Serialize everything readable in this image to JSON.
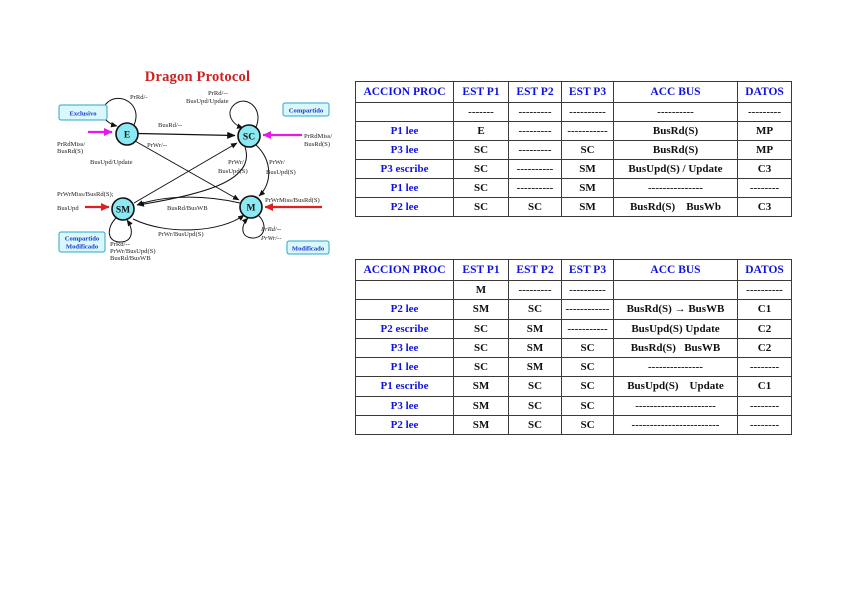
{
  "diagram": {
    "title": "Dragon Protocol",
    "states": {
      "e": "E",
      "sc": "SC",
      "sm": "SM",
      "m": "M"
    },
    "boxes": {
      "exclusivo": "Exclusivo",
      "compartido": "Compartido",
      "compartido_modificado_1": "Compartido",
      "compartido_modificado_2": "Modificado",
      "modificado": "Modificado"
    },
    "colors": {
      "node_fill": "#8ae9f2",
      "entry_magenta": "#e819e8",
      "entry_red": "#e02020",
      "title_red": "#cc2222",
      "box_border": "#2aa7c9",
      "box_fill": "#d9f7fc"
    },
    "labels": {
      "e_self": "PrRd/-",
      "sc_self_1": "PrRd/--",
      "sc_self_2": "BusUpd/Update",
      "e_sc": "BusRd/--",
      "e_m": "PrWr/--",
      "sm_sc": "BusUpd/Update",
      "sc_sm_1": "PrWr/",
      "sc_sm_2": "BusUpd(S)",
      "sc_m_1": "PrWr/",
      "sc_m_2": "BusUpd(S)",
      "m_sm": "BusRd/BusWB",
      "sm_m": "PrWr/BusUpd(S)",
      "m_self_1": "PrRd/--",
      "m_self_2": "PrWr/--",
      "sm_self_1": "PrRd/--",
      "sm_self_2": "PrWr/BusUpd(S)",
      "sm_self_3": "BusRd/BusWB",
      "e_entry_1": "PrRdMiss/",
      "e_entry_2": "BusRd(S)",
      "sc_entry_1": "PrRdMiss/",
      "sc_entry_2": "BusRd(S)",
      "sm_entry_1": "PrWrMiss/BusRd(S);",
      "sm_entry_2": "BusUpd",
      "m_entry": "PrWrMiss/BusRd(S)"
    }
  },
  "table1": {
    "headers": [
      "ACCION PROC",
      "EST P1",
      "EST P2",
      "EST P3",
      "ACC BUS",
      "DATOS"
    ],
    "rows": [
      {
        "action": "",
        "p1": "-------",
        "p2": "---------",
        "p3": "----------",
        "bus": "----------",
        "datos": "---------"
      },
      {
        "action": "P1 lee",
        "p1": "E",
        "p2": "---------",
        "p3": "-----------",
        "bus": "BusRd(S)",
        "datos": "MP"
      },
      {
        "action": "P3 lee",
        "p1": "SC",
        "p2": "---------",
        "p3": "SC",
        "bus": "BusRd(S)",
        "datos": "MP"
      },
      {
        "action": "P3 escribe",
        "p1": "SC",
        "p2": "----------",
        "p3": "SM",
        "bus": "BusUpd(S) / Update",
        "datos": "C3"
      },
      {
        "action": "P1 lee",
        "p1": "SC",
        "p2": "----------",
        "p3": "SM",
        "bus": "---------------",
        "datos": "--------"
      },
      {
        "action": "P2 lee",
        "p1": "SC",
        "p2": "SC",
        "p3": "SM",
        "bus": "BusRd(S)    BusWb",
        "datos": "C3"
      }
    ]
  },
  "table2": {
    "headers": [
      "ACCION PROC",
      "EST P1",
      "EST P2",
      "EST P3",
      "ACC BUS",
      "DATOS"
    ],
    "rows": [
      {
        "action": "",
        "p1": "M",
        "p2": "---------",
        "p3": "----------",
        "bus": "",
        "datos": "----------"
      },
      {
        "action": "P2 lee",
        "p1": "SM",
        "p2": "SC",
        "p3": "------------",
        "bus": "BusRd(S) → BusWB",
        "datos": "C1"
      },
      {
        "action": "P2 escribe",
        "p1": "SC",
        "p2": "SM",
        "p3": "-----------",
        "bus": "BusUpd(S) Update",
        "datos": "C2"
      },
      {
        "action": "P3 lee",
        "p1": "SC",
        "p2": "SM",
        "p3": "SC",
        "bus": "BusRd(S)   BusWB",
        "datos": "C2"
      },
      {
        "action": "P1 lee",
        "p1": "SC",
        "p2": "SM",
        "p3": "SC",
        "bus": "---------------",
        "datos": "--------"
      },
      {
        "action": "P1 escribe",
        "p1": "SM",
        "p2": "SC",
        "p3": "SC",
        "bus": "BusUpd(S)    Update",
        "datos": "C1"
      },
      {
        "action": "P3 lee",
        "p1": "SM",
        "p2": "SC",
        "p3": "SC",
        "bus": "----------------------",
        "datos": "--------"
      },
      {
        "action": "P2 lee",
        "p1": "SM",
        "p2": "SC",
        "p3": "SC",
        "bus": "------------------------",
        "datos": "--------"
      }
    ]
  }
}
